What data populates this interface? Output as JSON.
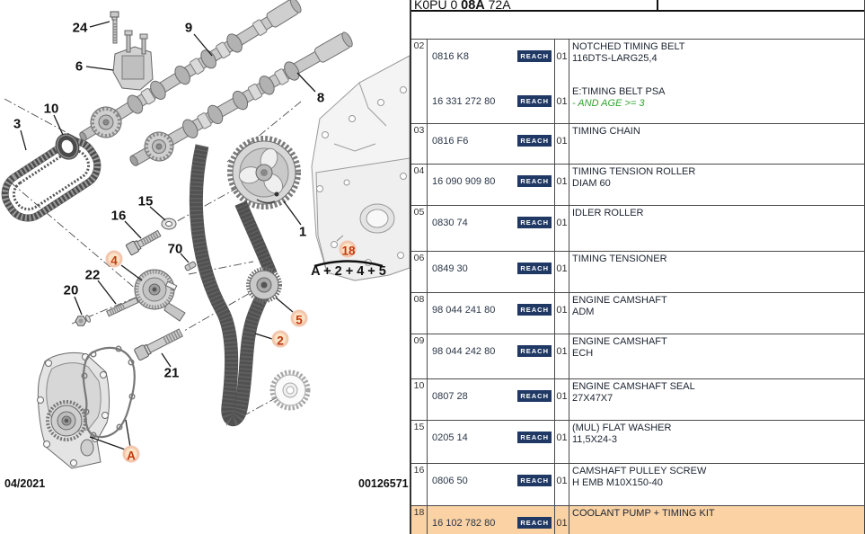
{
  "header": {
    "code_prefix": "K0PU 0 ",
    "code_bold": "08A",
    "code_suffix": " 72A"
  },
  "diagram": {
    "date": "04/2021",
    "doc_number": "00126571",
    "kit_formula": "A + 2 + 4 + 5",
    "callouts": [
      {
        "label": "24",
        "circled": false
      },
      {
        "label": "6",
        "circled": false
      },
      {
        "label": "9",
        "circled": false
      },
      {
        "label": "8",
        "circled": false
      },
      {
        "label": "3",
        "circled": false
      },
      {
        "label": "10",
        "circled": false
      },
      {
        "label": "15",
        "circled": false
      },
      {
        "label": "16",
        "circled": false
      },
      {
        "label": "70",
        "circled": false
      },
      {
        "label": "1",
        "circled": false
      },
      {
        "label": "4",
        "circled": true
      },
      {
        "label": "22",
        "circled": false
      },
      {
        "label": "20",
        "circled": false
      },
      {
        "label": "21",
        "circled": false
      },
      {
        "label": "2",
        "circled": true
      },
      {
        "label": "5",
        "circled": true
      },
      {
        "label": "18",
        "circled": true
      },
      {
        "label": "A",
        "circled": true
      }
    ]
  },
  "table": {
    "reach_label": "REACH",
    "rows": [
      {
        "item": "02",
        "highlighted": false,
        "entries": [
          {
            "part": "0816 K8",
            "qty": "01",
            "title": "NOTCHED TIMING BELT",
            "subtitle": "116DTS-LARG25,4",
            "subtitle_green": false
          },
          {
            "part": "16 331 272 80",
            "qty": "01",
            "title": "E:TIMING BELT PSA",
            "subtitle": "- AND AGE >= 3",
            "subtitle_green": true
          }
        ]
      },
      {
        "item": "03",
        "highlighted": false,
        "entries": [
          {
            "part": "0816 F6",
            "qty": "01",
            "title": "TIMING CHAIN",
            "subtitle": "",
            "subtitle_green": false
          }
        ]
      },
      {
        "item": "04",
        "highlighted": false,
        "entries": [
          {
            "part": "16 090 909 80",
            "qty": "01",
            "title": "TIMING TENSION ROLLER",
            "subtitle": "DIAM 60",
            "subtitle_green": false
          }
        ]
      },
      {
        "item": "05",
        "highlighted": false,
        "entries": [
          {
            "part": "0830 74",
            "qty": "01",
            "title": "IDLER ROLLER",
            "subtitle": "",
            "subtitle_green": false
          }
        ]
      },
      {
        "item": "06",
        "highlighted": false,
        "entries": [
          {
            "part": "0849 30",
            "qty": "01",
            "title": "TIMING TENSIONER",
            "subtitle": "",
            "subtitle_green": false
          }
        ]
      },
      {
        "item": "08",
        "highlighted": false,
        "entries": [
          {
            "part": "98 044 241 80",
            "qty": "01",
            "title": "ENGINE CAMSHAFT",
            "subtitle": "ADM",
            "subtitle_green": false
          }
        ]
      },
      {
        "item": "09",
        "highlighted": false,
        "entries": [
          {
            "part": "98 044 242 80",
            "qty": "01",
            "title": "ENGINE CAMSHAFT",
            "subtitle": "ECH",
            "subtitle_green": false
          }
        ]
      },
      {
        "item": "10",
        "highlighted": false,
        "entries": [
          {
            "part": "0807 28",
            "qty": "01",
            "title": "ENGINE CAMSHAFT SEAL",
            "subtitle": "27X47X7",
            "subtitle_green": false
          }
        ]
      },
      {
        "item": "15",
        "highlighted": false,
        "entries": [
          {
            "part": "0205 14",
            "qty": "01",
            "title": "(MUL) FLAT WASHER",
            "subtitle": "11,5X24-3",
            "subtitle_green": false
          }
        ]
      },
      {
        "item": "16",
        "highlighted": false,
        "entries": [
          {
            "part": "0806 50",
            "qty": "01",
            "title": "CAMSHAFT PULLEY SCREW",
            "subtitle": "H EMB M10X150-40",
            "subtitle_green": false
          }
        ]
      },
      {
        "item": "18",
        "highlighted": true,
        "entries": [
          {
            "part": "16 102 782 80",
            "qty": "01",
            "title": "COOLANT PUMP + TIMING KIT",
            "subtitle": "",
            "subtitle_green": false
          }
        ]
      }
    ]
  },
  "colors": {
    "accent_navy": "#1f3864",
    "highlight_row": "#fad2a4",
    "callout_red": "#c03a10",
    "callout_fill": "#fbe3c6",
    "callout_ring": "#f3c6ae",
    "condition_green": "#2fa32f"
  }
}
